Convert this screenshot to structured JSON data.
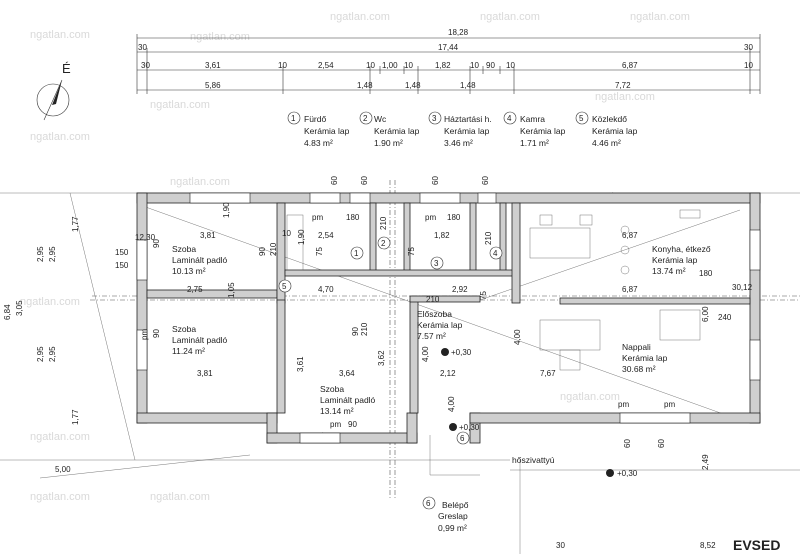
{
  "north_label": "É",
  "top_dims": {
    "overall": "18,28",
    "inner": "17,44",
    "left_edge": "30",
    "right_edge": "30",
    "row1": [
      "30",
      "3,61",
      "10",
      "2,54",
      "10",
      "1,00",
      "10",
      "1,82",
      "10",
      "90",
      "10",
      "6,87",
      "10"
    ],
    "row2": [
      "5,86",
      "1,48",
      "1,48",
      "1,48",
      "7,72"
    ]
  },
  "legend": [
    {
      "num": "1",
      "name": "Fürdő",
      "floor": "Kerámia lap",
      "area": "4.83 m²"
    },
    {
      "num": "2",
      "name": "Wc",
      "floor": "Kerámia lap",
      "area": "1.90 m²"
    },
    {
      "num": "3",
      "name": "Háztartási h.",
      "floor": "Kerámia lap",
      "area": "3.46 m²"
    },
    {
      "num": "4",
      "name": "Kamra",
      "floor": "Kerámia lap",
      "area": "1.71 m²"
    },
    {
      "num": "5",
      "name": "Közlekdő",
      "floor": "Kerámia lap",
      "area": "4.46 m²"
    }
  ],
  "rooms": [
    {
      "name": "Szoba",
      "floor": "Laminált padló",
      "area": "10.13 m²"
    },
    {
      "name": "Szoba",
      "floor": "Laminált padló",
      "area": "11.24 m²"
    },
    {
      "name": "Szoba",
      "floor": "Laminált padló",
      "area": "13.14 m²"
    },
    {
      "name": "Előszoba",
      "floor": "Kerámia lap",
      "area": "7.57 m²"
    },
    {
      "name": "Konyha, étkező",
      "floor": "Kerámia lap",
      "area": "13.74 m²"
    },
    {
      "name": "Nappali",
      "floor": "Kerámia lap",
      "area": "30.68 m²"
    }
  ],
  "entrance": {
    "num": "6",
    "name": "Belépő",
    "floor": "Greslap",
    "area": "0,99 m²"
  },
  "level_marks": [
    "+0,30",
    "+0,30",
    "+0,30"
  ],
  "labels": {
    "hoszivattyu": "hőszivattyú",
    "watermark": "ngatlan.com",
    "brand": "EVSED",
    "bottom_30": "30",
    "bottom_852": "8,52"
  },
  "interior_dims": [
    "3,81",
    "2,54",
    "1,82",
    "6,87",
    "2,75",
    "4,70",
    "2,92",
    "6,87",
    "3,81",
    "3,64",
    "2,12",
    "7,67",
    "1,90",
    "1,90",
    "1,05",
    "2,95",
    "2,95",
    "3,61",
    "3,62",
    "4,00",
    "4,00",
    "4,00",
    "6,00",
    "2,49",
    "150",
    "150",
    "90",
    "90",
    "90",
    "90",
    "90",
    "180",
    "180",
    "180",
    "210",
    "210",
    "210",
    "210",
    "210",
    "pm",
    "pm",
    "pm",
    "pm",
    "pm",
    "pm",
    "60",
    "60",
    "60",
    "60",
    "60",
    "60",
    "75",
    "75",
    "75",
    "240",
    "12,30",
    "30,12",
    "5,00",
    "1,77",
    "1,77",
    "6,84",
    "3,05",
    "2,95",
    "2,95",
    "10"
  ]
}
